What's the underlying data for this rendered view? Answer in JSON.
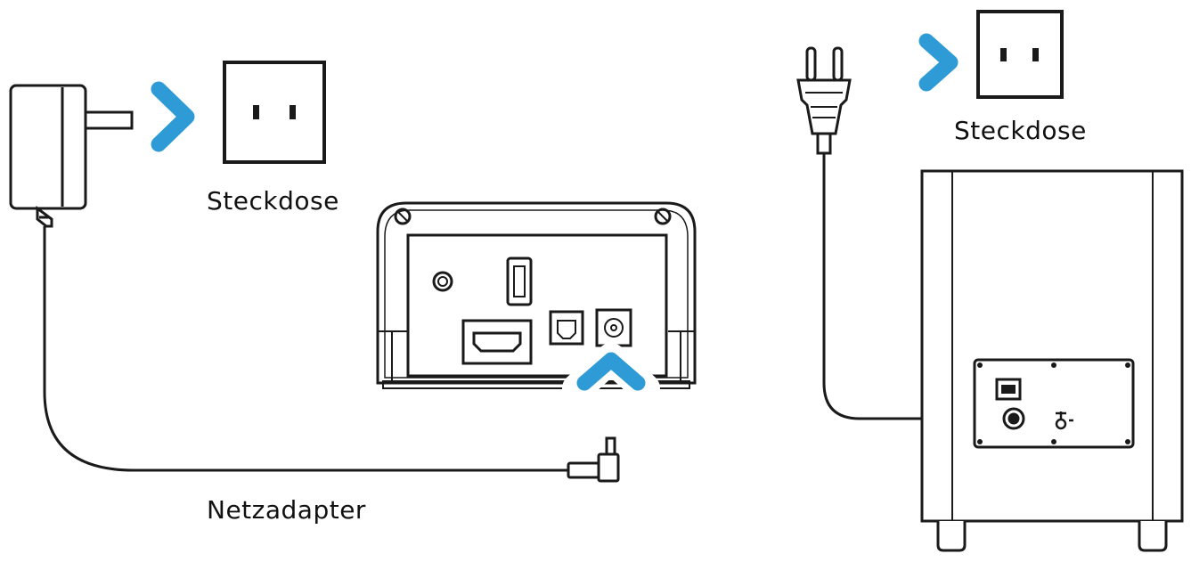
{
  "labels": {
    "socket_left": "Steckdose",
    "socket_right": "Steckdose",
    "adapter": "Netzadapter"
  },
  "colors": {
    "stroke": "#1a1a1a",
    "accent": "#2e9bd6",
    "background": "#ffffff"
  },
  "icons": {
    "arrow": "chevron-right-icon",
    "arrow_up": "chevron-up-icon",
    "socket": "power-socket-icon",
    "adapter": "power-adapter-icon",
    "plug": "euro-plug-icon"
  }
}
